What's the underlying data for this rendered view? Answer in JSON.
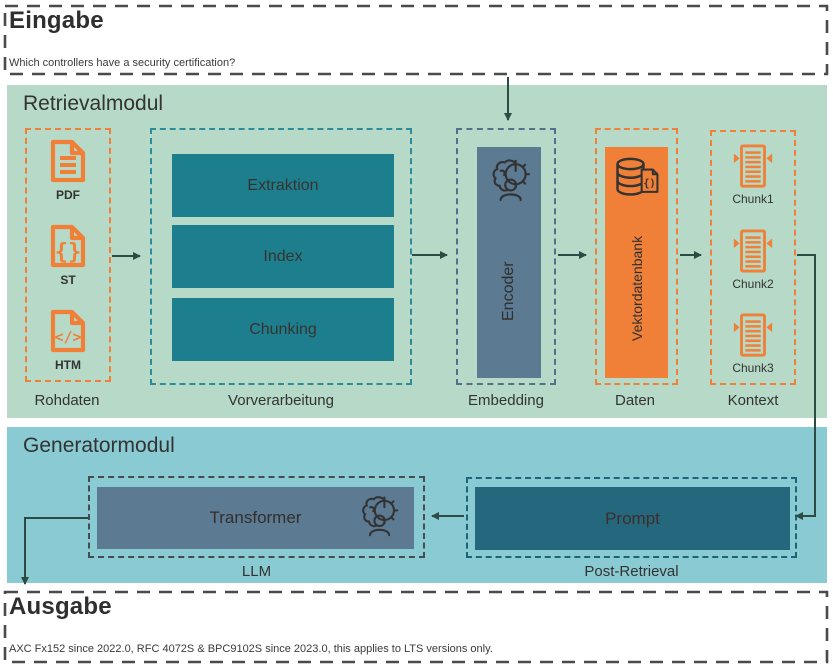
{
  "input_section": {
    "title": "Eingabe",
    "query": "Which controllers have a security certification?"
  },
  "retrieval_module": {
    "title": "Retrievalmodul",
    "raw_data": {
      "label": "Rohdaten",
      "files": [
        {
          "icon": "document-lines-icon",
          "label": "PDF"
        },
        {
          "icon": "document-braces-icon",
          "label": "ST"
        },
        {
          "icon": "document-code-icon",
          "label": "HTM"
        }
      ]
    },
    "preprocessing": {
      "label": "Vorverarbeitung",
      "steps": [
        "Extraktion",
        "Index",
        "Chunking"
      ]
    },
    "embedding": {
      "label": "Embedding",
      "box": "Encoder",
      "icon": "brain-gear-icon"
    },
    "data": {
      "label": "Daten",
      "box": "Vektordatenbank",
      "icon": "database-document-icon"
    },
    "context": {
      "label": "Kontext",
      "chunks": [
        "Chunk1",
        "Chunk2",
        "Chunk3"
      ]
    }
  },
  "generator_module": {
    "title": "Generatormodul",
    "llm": {
      "label": "LLM",
      "box": "Transformer",
      "icon": "brain-gear-icon"
    },
    "post_retrieval": {
      "label": "Post-Retrieval",
      "box": "Prompt"
    }
  },
  "output_section": {
    "title": "Ausgabe",
    "answer": "AXC Fx152 since 2022.0, RFC 4072S & BPC9102S since 2023.0, this applies to LTS versions only."
  },
  "colors": {
    "mint": "#b6dac7",
    "cyan": "#8acad2",
    "teal": "#1d7f8e",
    "dteal": "#25687e",
    "slate": "#5c7a92",
    "orange": "#f08038",
    "ink": "#2f2f2f",
    "line": "#2d4a45"
  }
}
